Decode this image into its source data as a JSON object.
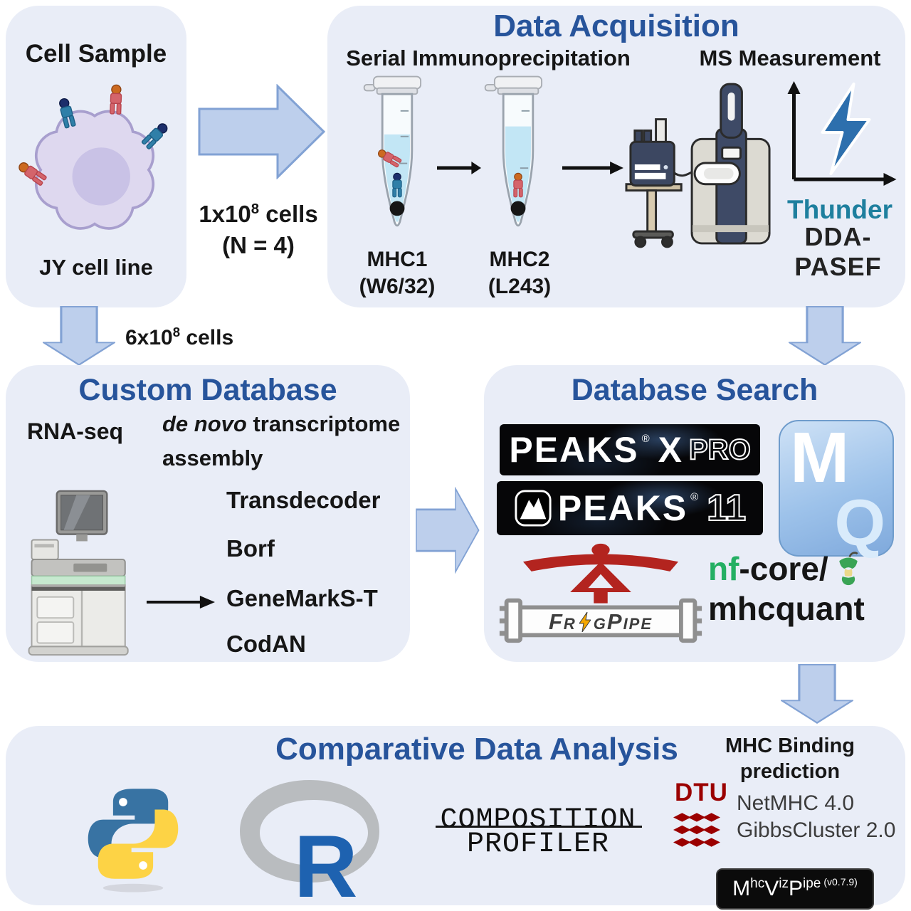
{
  "cell_sample": {
    "title": "Cell Sample",
    "cell_line": "JY cell line"
  },
  "flows": {
    "to_acquisition": {
      "amount": "1x10",
      "exp": "8",
      "unit": " cells",
      "n": "(N = 4)"
    },
    "to_database": {
      "amount": "6x10",
      "exp": "8",
      "unit": " cells"
    }
  },
  "data_acquisition": {
    "title": "Data Acquisition",
    "serial_ip": "Serial Immunoprecipitation",
    "ms_measurement": "MS Measurement",
    "tube1_name": "MHC1",
    "tube1_antibody": "(W6/32)",
    "tube2_name": "MHC2",
    "tube2_antibody": "(L243)",
    "instrument": "Thunder",
    "mode": "DDA-PASEF"
  },
  "custom_database": {
    "title": "Custom Database",
    "rna_seq": "RNA-seq",
    "de_novo": "de novo",
    "transcriptome": " transcriptome",
    "assembly": "assembly",
    "tools": [
      "Transdecoder",
      "Borf",
      "GeneMarkS-T",
      "CodAN"
    ]
  },
  "database_search": {
    "title": "Database Search",
    "peaks_x_pro": {
      "brand": "PEAKS",
      "reg": "®",
      "x": "X",
      "pro": "PRO"
    },
    "peaks_11": {
      "brand": "PEAKS",
      "reg": "®",
      "version": "11"
    },
    "maxquant": {
      "m": "M",
      "q": "Q"
    },
    "fragpipe": {
      "part1": "Fr",
      "part2": "gPipe"
    },
    "nf_core": {
      "nf": "nf",
      "core": "-core/",
      "pipeline": "mhcquant"
    }
  },
  "comparative_analysis": {
    "title": "Comparative Data Analysis",
    "mhc_binding": [
      "MHC Binding",
      "prediction"
    ],
    "r_logo_letter": "R",
    "composition_profiler": [
      "COMPOSITION",
      "PROFILER"
    ],
    "dtu": "DTU",
    "netmhc": "NetMHC 4.0",
    "gibbscluster": "GibbsCluster 2.0",
    "mhcvizpipe": {
      "m": "M",
      "hc": "hc",
      "v": "V",
      "iz": "iz",
      "p": "P",
      "ipe": "ipe",
      "version": "(v0.7.9)"
    }
  },
  "colors": {
    "panel_bg": "#e9edf7",
    "title_blue": "#27549b",
    "arrow_fill": "#bdcfec",
    "arrow_stroke": "#82a2d4",
    "thunder_teal": "#1e7f9e",
    "nf_green": "#24af63",
    "dtu_red": "#9b0000",
    "python_blue": "#3873a3",
    "python_yellow": "#fdd345",
    "r_blue": "#1e62b0",
    "frag_red": "#b3241f"
  }
}
